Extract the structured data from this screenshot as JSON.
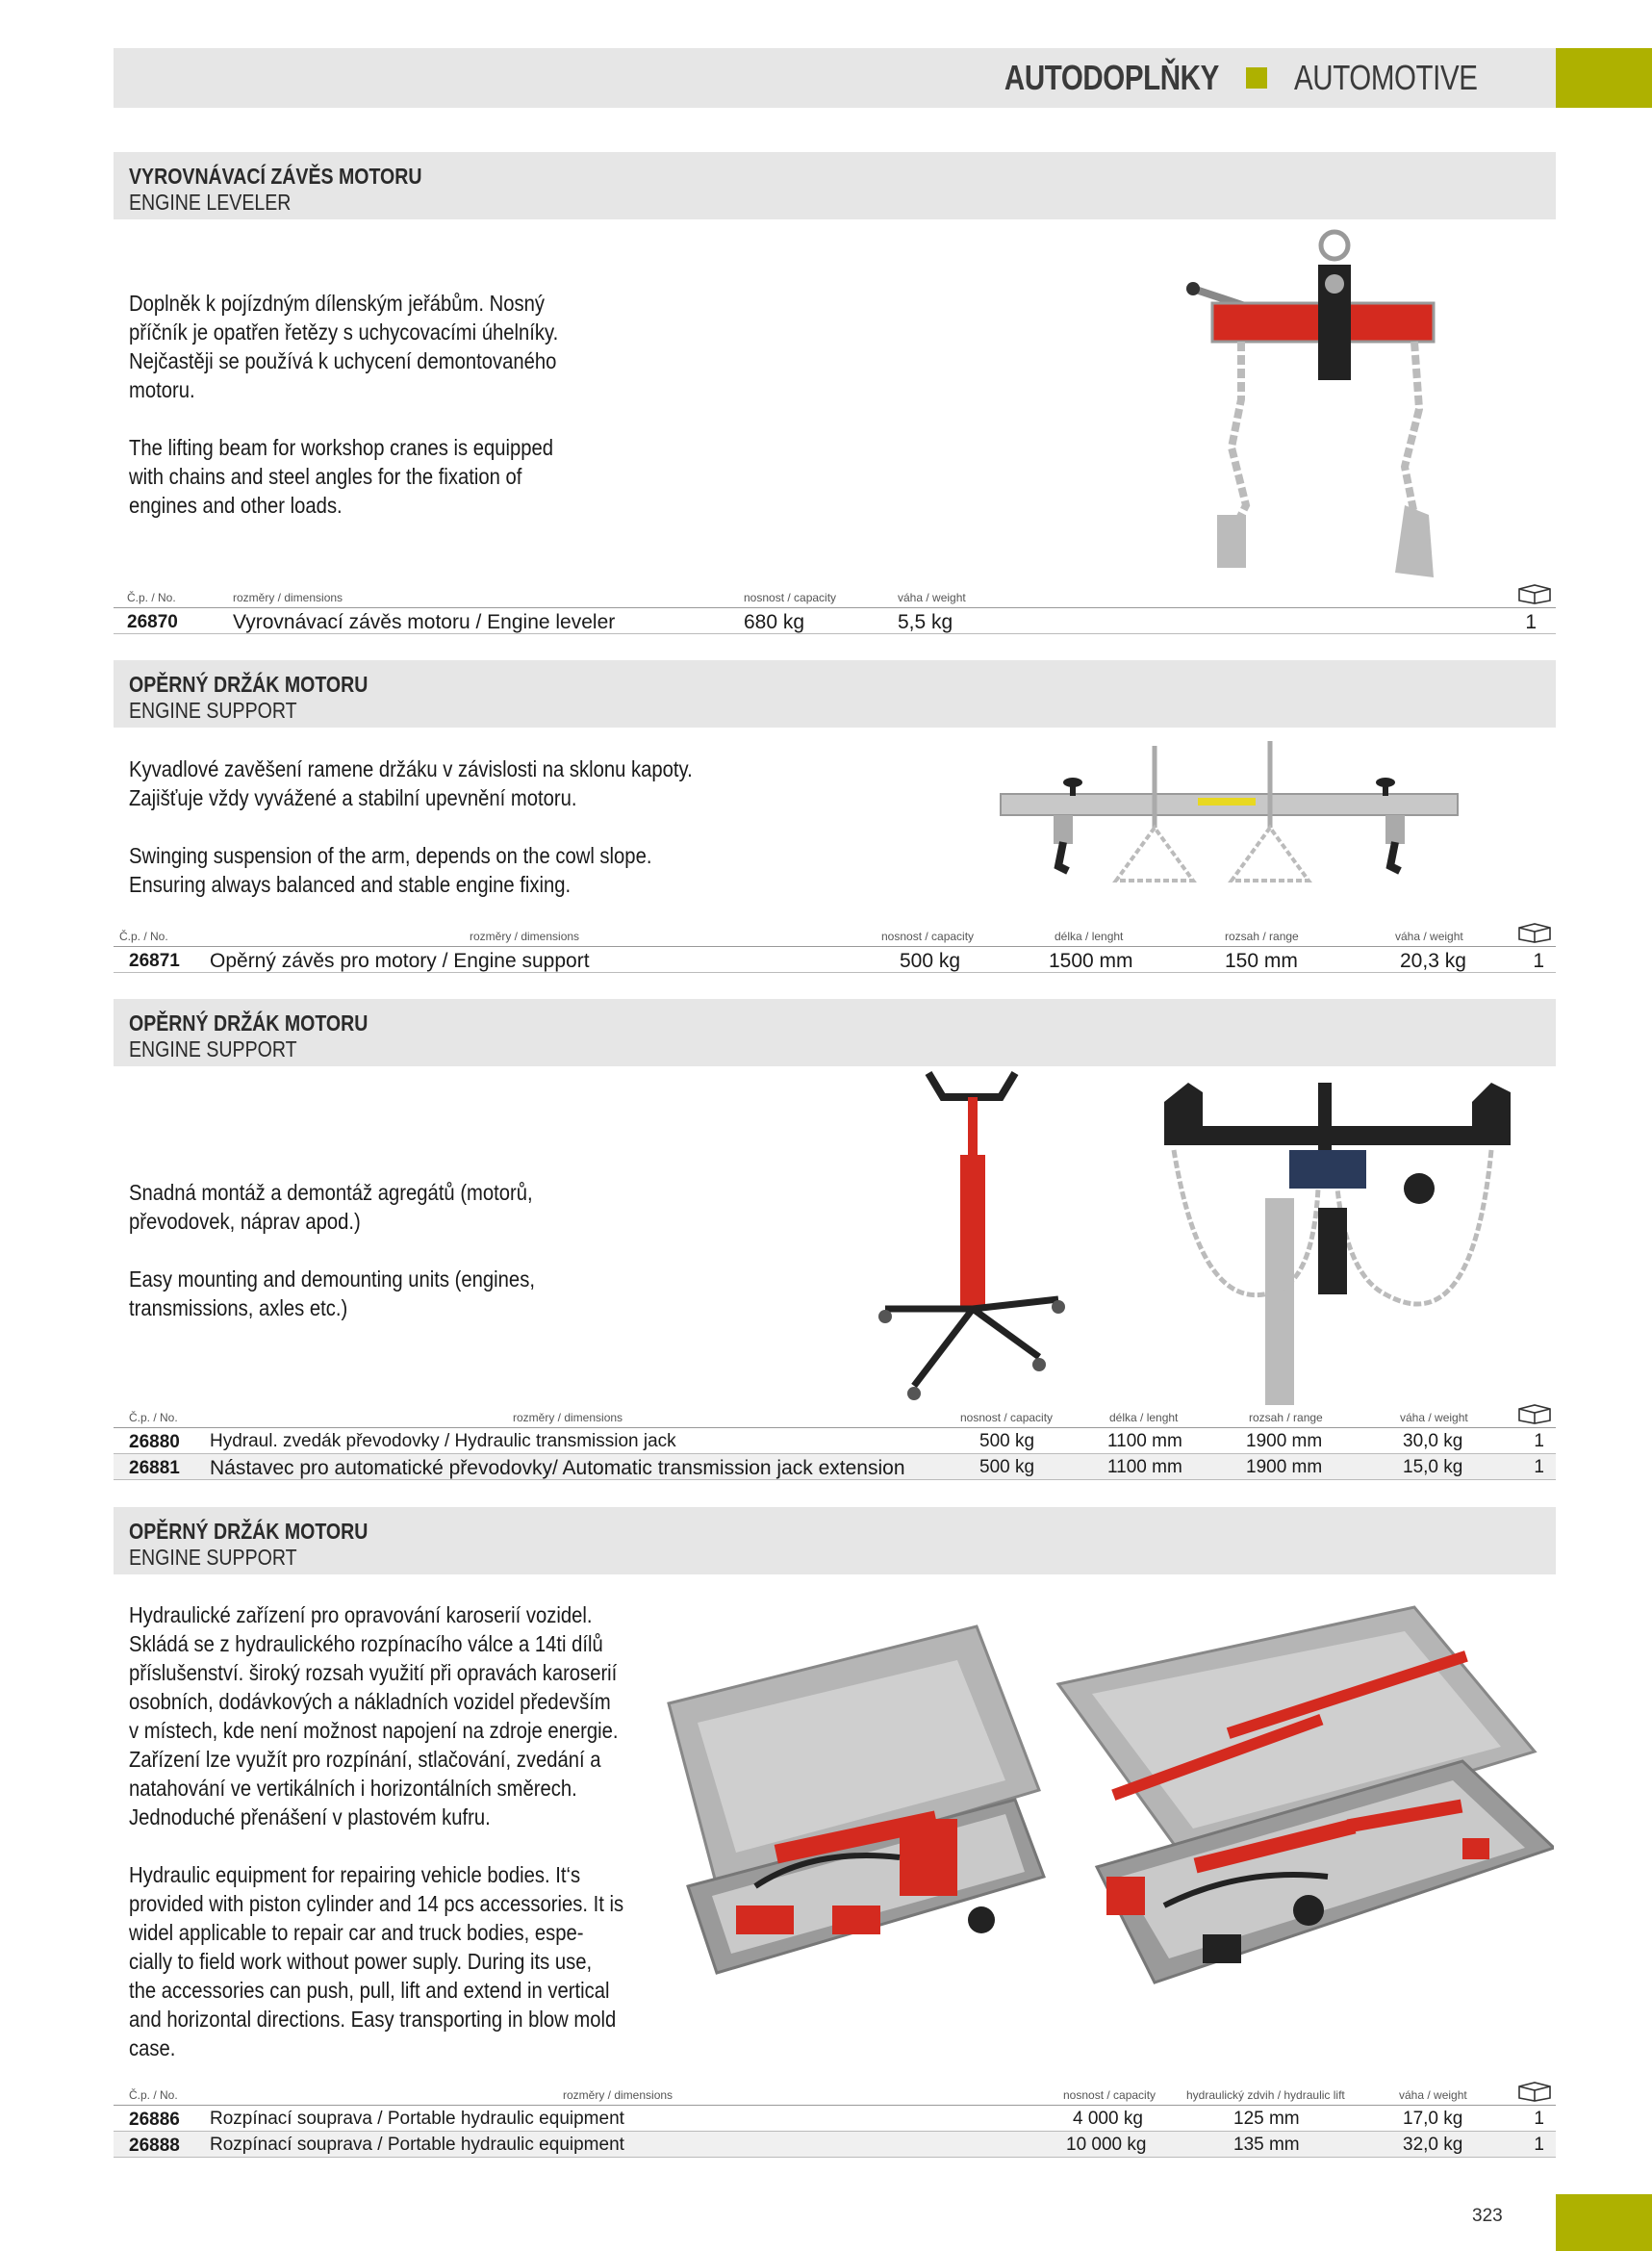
{
  "header": {
    "title_cz": "AUTODOPLŇKY",
    "title_en": "AUTOMOTIVE",
    "accent_color": "#aeb100"
  },
  "sections": [
    {
      "title_cz": "VYROVNÁVACÍ ZÁVĚS MOTORU",
      "title_en": "ENGINE LEVELER",
      "desc_cz": [
        "Doplněk k pojízdným dílenským jeřábům. Nosný",
        "příčník je opatřen řetězy s uchycovacími úhelníky.",
        "Nejčastěji se používá k uchycení demontovaného",
        "motoru."
      ],
      "desc_en": [
        "The lifting beam for workshop cranes is equipped",
        "with chains and steel angles for the fixation of",
        "engines and other loads."
      ],
      "table": {
        "headers": [
          "Č.p. / No.",
          "rozměry / dimensions",
          "nosnost / capacity",
          "váha / weight"
        ],
        "rows": [
          {
            "no": "26870",
            "name": "Vyrovnávací závěs motoru / Engine leveler",
            "capacity": "680 kg",
            "weight": "5,5 kg",
            "qty": "1"
          }
        ]
      }
    },
    {
      "title_cz": "OPĚRNÝ DRŽÁK MOTORU",
      "title_en": "ENGINE SUPPORT",
      "desc_cz": [
        "Kyvadlové zavěšení ramene držáku v závislosti na sklonu kapoty.",
        "Zajišťuje vždy vyvážené a stabilní upevnění motoru."
      ],
      "desc_en": [
        "Swinging suspension of the arm, depends on the cowl slope.",
        "Ensuring always balanced and stable engine fixing."
      ],
      "table": {
        "headers": [
          "Č.p. / No.",
          "rozměry / dimensions",
          "nosnost / capacity",
          "délka / lenght",
          "rozsah / range",
          "váha / weight"
        ],
        "rows": [
          {
            "no": "26871",
            "name": "Opěrný závěs pro motory / Engine support",
            "capacity": "500 kg",
            "length": "1500 mm",
            "range": "150 mm",
            "weight": "20,3 kg",
            "qty": "1"
          }
        ]
      }
    },
    {
      "title_cz": "OPĚRNÝ DRŽÁK MOTORU",
      "title_en": "ENGINE SUPPORT",
      "desc_cz": [
        "Snadná montáž a demontáž agregátů (motorů,",
        "převodovek, náprav apod.)"
      ],
      "desc_en": [
        "Easy mounting and demounting units (engines,",
        "transmissions, axles etc.)"
      ],
      "table": {
        "headers": [
          "Č.p. / No.",
          "rozměry / dimensions",
          "nosnost / capacity",
          "délka / lenght",
          "rozsah / range",
          "váha / weight"
        ],
        "rows": [
          {
            "no": "26880",
            "name": "Hydraul. zvedák převodovky / Hydraulic transmission jack",
            "capacity": "500 kg",
            "length": "1100 mm",
            "range": "1900 mm",
            "weight": "30,0 kg",
            "qty": "1"
          },
          {
            "no": "26881",
            "name": "Nástavec pro automatické převodovky/  Automatic transmission jack extension",
            "capacity": "500 kg",
            "length": "1100 mm",
            "range": "1900 mm",
            "weight": "15,0 kg",
            "qty": "1"
          }
        ]
      }
    },
    {
      "title_cz": "OPĚRNÝ DRŽÁK MOTORU",
      "title_en": "ENGINE SUPPORT",
      "desc_cz": [
        "Hydraulické zařízení pro opravování karoserií vozidel.",
        "Skládá se z hydraulického rozpínacího válce a 14ti dílů",
        "příslušenství. široký rozsah využití při opravách karoserií",
        "osobních, dodávkových a nákladních vozidel především",
        "v místech, kde není možnost napojení na zdroje energie.",
        "Zařízení lze využít pro rozpínání, stlačování, zvedání a",
        "natahování ve vertikálních i horizontálních směrech.",
        "Jednoduché přenášení v plastovém kufru."
      ],
      "desc_en": [
        "Hydraulic equipment for repairing vehicle bodies. It‘s",
        "provided with piston cylinder and 14 pcs accessories. It is",
        "widel applicable to repair car and truck bodies, espe-",
        "cially to field work without power suply. During its use,",
        "the accessories can push, pull, lift and extend in vertical",
        "and horizontal directions. Easy transporting in blow mold",
        "case."
      ],
      "table": {
        "headers": [
          "Č.p. / No.",
          "rozměry / dimensions",
          "nosnost / capacity",
          "hydraulický zdvih / hydraulic lift",
          "váha / weight"
        ],
        "rows": [
          {
            "no": "26886",
            "name": "Rozpínací souprava / Portable hydraulic equipment",
            "capacity": "4 000 kg",
            "lift": "125 mm",
            "weight": "17,0 kg",
            "qty": "1"
          },
          {
            "no": "26888",
            "name": "Rozpínací souprava / Portable hydraulic equipment",
            "capacity": "10 000 kg",
            "lift": "135 mm",
            "weight": "32,0 kg",
            "qty": "1"
          }
        ]
      }
    }
  ],
  "page_number": "323"
}
